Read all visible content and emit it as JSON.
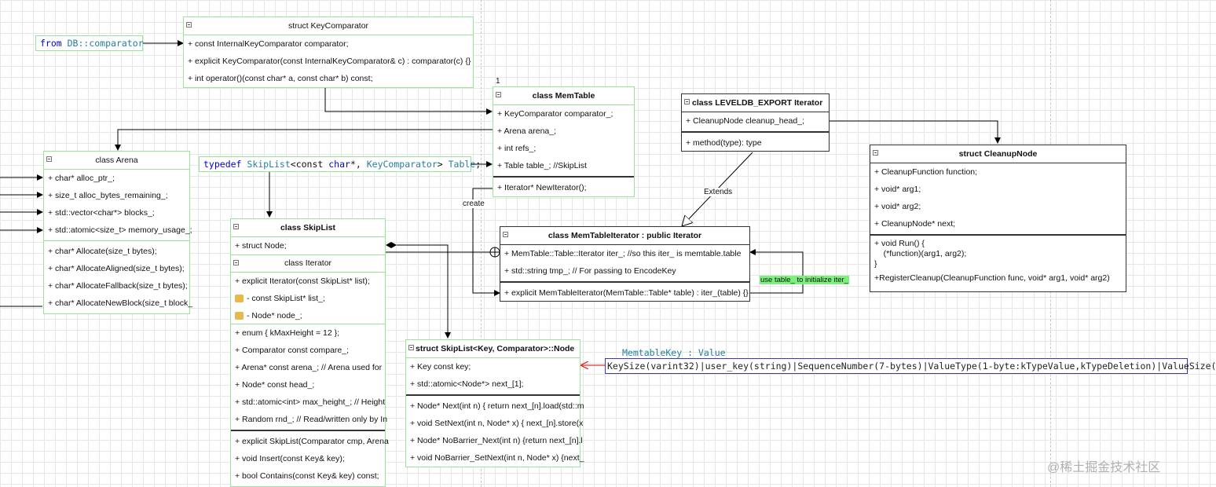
{
  "from_tag": {
    "keyword": "from",
    "text": " DB::comparator"
  },
  "typedef_tag": {
    "keyword": "typedef",
    "type1": " SkipList",
    "mid": "<const ",
    "kw2": "char",
    "mid2": "*, ",
    "type2": "KeyComparator",
    "tail": "> ",
    "type3": "Table",
    "end": ";"
  },
  "key_comparator": {
    "title": "struct KeyComparator",
    "rows": [
      "+ const InternalKeyComparator comparator;",
      "+ explicit KeyComparator(const InternalKeyComparator& c) : comparator(c) {}",
      "+ int operator()(const char* a, const char* b) const;"
    ]
  },
  "memtable": {
    "multiplicity": "1",
    "title": "class MemTable",
    "fields": [
      "+ KeyComparator comparator_;",
      "+ Arena arena_;",
      "+ int refs_;",
      "+ Table table_; //SkipList"
    ],
    "methods": [
      "+ Iterator* NewIterator();"
    ]
  },
  "arena": {
    "title": "class Arena",
    "fields": [
      "+ char* alloc_ptr_;",
      "+ size_t alloc_bytes_remaining_;",
      "+ std::vector<char*> blocks_;",
      "+ std::atomic<size_t> memory_usage_;"
    ],
    "methods": [
      "+ char* Allocate(size_t bytes);",
      "+ char* AllocateAligned(size_t bytes);",
      "+ char* AllocateFallback(size_t bytes);",
      "+ char* AllocateNewBlock(size_t block_"
    ]
  },
  "skiplist": {
    "title": "class SkipList",
    "struct_node": "+ struct Node;",
    "iterator": {
      "title": "class Iterator",
      "rows": [
        "+ explicit Iterator(const SkipList* list);",
        "- const SkipList* list_;",
        "- Node* node_;"
      ]
    },
    "fields": [
      "+ enum { kMaxHeight = 12 };",
      "+ Comparator const compare_;",
      "+  Arena* const arena_;  // Arena used for",
      "+ Node* const head_;",
      "+ std::atomic<int> max_height_;  // Height",
      "+ Random rnd_; // Read/written only by In"
    ],
    "methods": [
      "+ explicit SkipList(Comparator cmp, Arena",
      "+ void Insert(const Key& key);",
      "+ bool Contains(const Key& key) const;"
    ]
  },
  "node": {
    "title": "struct  SkipList<Key, Comparator>::Node",
    "fields": [
      "+  Key const key;",
      "+  std::atomic<Node*> next_[1];"
    ],
    "methods": [
      "+ Node* Next(int n) { return next_[n].load(std::m",
      "+ void SetNext(int n, Node* x) { next_[n].store(x",
      "+ Node* NoBarrier_Next(int n) {return next_[n].l",
      "+ void NoBarrier_SetNext(int n, Node* x) {next_"
    ]
  },
  "iterator_if": {
    "title": "class LEVELDB_EXPORT Iterator",
    "fields": [
      "+ CleanupNode cleanup_head_;"
    ],
    "methods": [
      "+ method(type): type"
    ]
  },
  "memtable_iterator": {
    "title": "class MemTableIterator : public Iterator",
    "fields": [
      "+ MemTable::Table::Iterator iter_; //so this iter_ is memtable.table",
      "+ std::string tmp_;  // For passing to EncodeKey"
    ],
    "methods": [
      "+ explicit MemTableIterator(MemTable::Table* table) : iter_(table) {}"
    ]
  },
  "cleanup_node": {
    "title": "struct CleanupNode",
    "fields": [
      "+ CleanupFunction function;",
      "+ void* arg1;",
      "+ void* arg2;",
      "+ CleanupNode* next;"
    ],
    "methods": [
      "+ void Run() {",
      "    (*function)(arg1, arg2);",
      "}",
      "+RegisterCleanup(CleanupFunction func, void* arg1, void* arg2)"
    ]
  },
  "labels": {
    "extends": "Extends",
    "create": "create",
    "use_table": "use table_ to initialize iter_",
    "memtable_key": "MemtableKey : Value",
    "key_layout": "KeySize(varint32)|user_key(string)|SequenceNumber(7-bytes)|ValueType(1-byte:kTypeValue,kTypeDeletion)|ValueSize(",
    "watermark": "@稀土掘金技术社区"
  },
  "colors": {
    "green_border": "#9be39b",
    "dark_border": "#333333",
    "highlight": "#7cf07c",
    "red_arrow": "#e03030",
    "blue_box": "#3a3aa8"
  }
}
